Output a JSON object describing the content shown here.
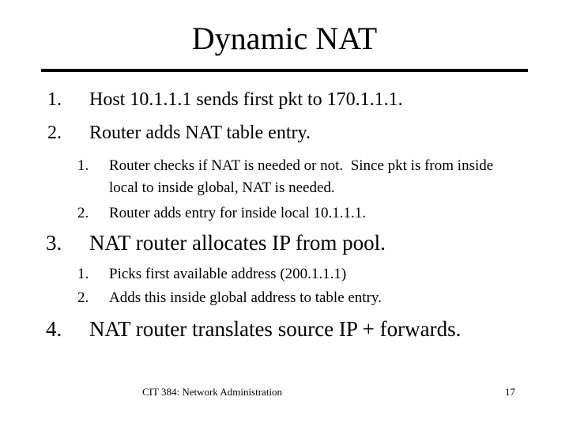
{
  "slide": {
    "title": "Dynamic NAT",
    "items": [
      {
        "num": "1.",
        "text": "Host 10.1.1.1 sends first pkt to 170.1.1.1."
      },
      {
        "num": "2.",
        "text": "Router adds NAT table entry."
      },
      {
        "num": "1.",
        "text": "Router checks if NAT is needed or not.  Since pkt is from inside local to inside global, NAT is needed."
      },
      {
        "num": "2.",
        "text": "Router adds entry for inside local 10.1.1.1."
      },
      {
        "num": "3.",
        "text": "NAT router allocates IP from pool."
      },
      {
        "num": "1.",
        "text": "Picks first available address (200.1.1.1)"
      },
      {
        "num": "2.",
        "text": "Adds this inside global address to table entry."
      },
      {
        "num": "4.",
        "text": "NAT router translates source IP + forwards."
      }
    ],
    "footer": {
      "course": "CIT 384: Network Administration",
      "page_number": "17"
    },
    "colors": {
      "background": "#ffffff",
      "text": "#000000",
      "rule": "#000000"
    }
  }
}
